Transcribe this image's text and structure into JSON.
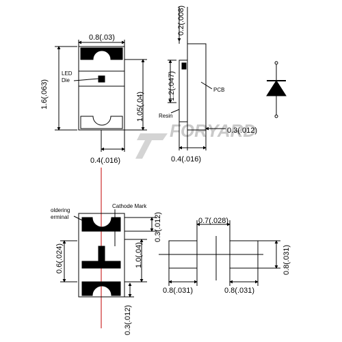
{
  "colors": {
    "line": "#000000",
    "centerline": "#c00000",
    "watermark": "#c9c9c9",
    "fill": "#000000"
  },
  "watermark": {
    "text": "FORYARD",
    "icon": "foryard-logo-icon"
  },
  "top_view": {
    "width": "0.8(.03)",
    "length": "1.6(.063)",
    "pad": "1.05(.04)",
    "offset": "0.4(.016)",
    "led_die": [
      "LED",
      "Die"
    ]
  },
  "side_view": {
    "top_gap": "0.2(.008)",
    "height": "1.2(.047)",
    "pcb": "PCB",
    "resin": "Resin",
    "thickness": "0.3(.012)",
    "width": "0.4(.016)"
  },
  "symbol": {
    "icon": "diode-symbol-icon"
  },
  "bottom_view": {
    "soldering": [
      "oldering",
      "erminal"
    ],
    "cathode_mark": "Cathode Mark",
    "top_pad": "0.3(.012)",
    "width": "0.6(.024)",
    "middle": "1.0(.04)",
    "bottom_pad": "0.3(.012)"
  },
  "footprint": {
    "gap": "0.7(.028)",
    "height": "0.8(.031)",
    "left_pad": "0.8(.031)",
    "right_pad": "0.8(.031)"
  }
}
